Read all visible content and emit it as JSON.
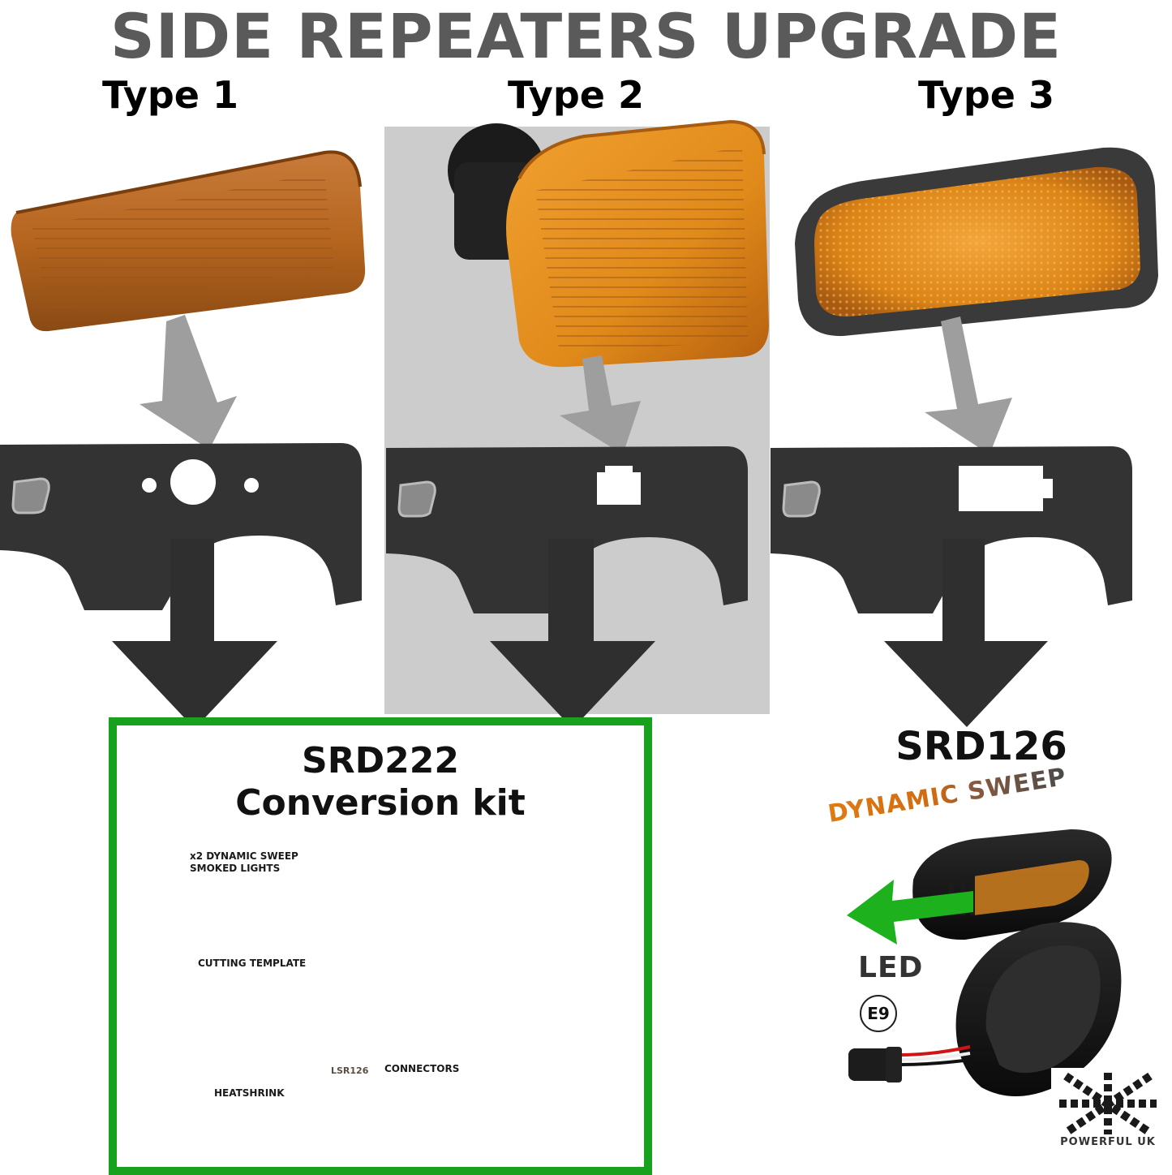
{
  "title": "SIDE REPEATERS UPGRADE",
  "types": [
    {
      "label": "Type 1"
    },
    {
      "label": "Type 2"
    },
    {
      "label": "Type 3"
    }
  ],
  "kit": {
    "code": "SRD222",
    "name": "Conversion kit",
    "items": {
      "lights": "x2 DYNAMIC SWEEP\nSMOKED LIGHTS",
      "template": "CUTTING TEMPLATE",
      "template_stamp": "LSR126",
      "connectors": "CONNECTORS",
      "heatshrink": "HEATSHRINK"
    }
  },
  "product": {
    "code": "SRD126",
    "feature": "DYNAMIC SWEEP",
    "led": "LED",
    "approval": "E9"
  },
  "brand": "POWERFUL UK",
  "colors": {
    "title_gray": "#5a5a5a",
    "fender": "#333333",
    "arrow_light": "#9e9e9e",
    "arrow_dark": "#2f2f2f",
    "highlight_bg": "#cccccc",
    "kit_border": "#17a11d",
    "amber": "#e08a1a",
    "sweep_arrow": "#1db11d"
  }
}
